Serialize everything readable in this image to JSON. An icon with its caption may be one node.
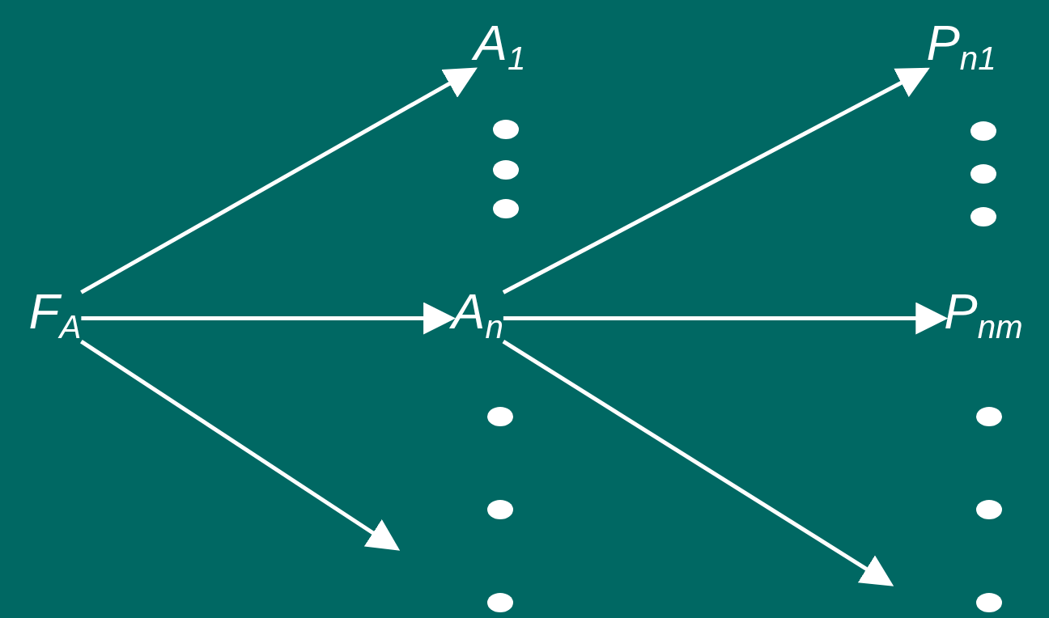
{
  "diagram": {
    "nodes": [
      {
        "text": [
          "F$_{A}$"
        ]
      },
      {
        "text": [
          "A$_{1}$"
        ]
      },
      {
        "text": [
          "A$_{n}$"
        ]
      },
      {
        "text": [
          "P$_{n1}$"
        ]
      },
      {
        "text": [
          "P$_{nm}$"
        ]
      }
    ],
    "edges": [
      {
        "from": 0,
        "to": 1,
        "arrow": "to"
      },
      {
        "from": 0,
        "to": 2,
        "arrow": "to"
      },
      {
        "from": 0,
        "to": null,
        "arrow": "to"
      },
      {
        "from": 2,
        "to": 3,
        "arrow": "to"
      },
      {
        "from": 2,
        "to": 4,
        "arrow": "to"
      },
      {
        "from": 2,
        "to": null,
        "arrow": "to"
      }
    ]
  }
}
